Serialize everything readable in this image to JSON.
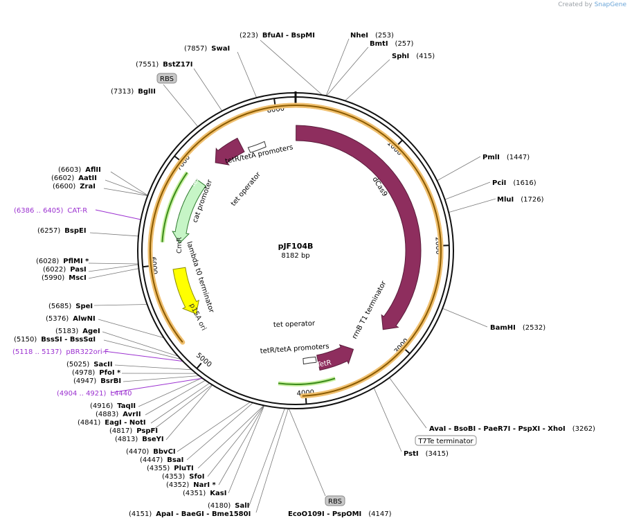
{
  "credit": {
    "prefix": "Created by",
    "brand": "SnapGene"
  },
  "plasmid": {
    "name": "pJF104B",
    "size_label": "8182 bp",
    "total_bp": 8182
  },
  "colors": {
    "backbone": "#111111",
    "feature_purple": "#8e2e5e",
    "origin_yellow": "#ffff00",
    "cmr_green": "#c6f5c6",
    "promoter_white": "#ffffff",
    "primer_violet": "#9b30d0",
    "orf_orange": "#f0c070",
    "orf_dark": "#8a5a00",
    "rbs_box": "#c8c8c8"
  },
  "ticks": [
    {
      "bp": 1000,
      "label": "1000"
    },
    {
      "bp": 2000,
      "label": "2000"
    },
    {
      "bp": 3000,
      "label": "3000"
    },
    {
      "bp": 4000,
      "label": "4000"
    },
    {
      "bp": 5000,
      "label": "5000"
    },
    {
      "bp": 6000,
      "label": "6000"
    },
    {
      "bp": 7000,
      "label": "7000"
    },
    {
      "bp": 8000,
      "label": "8000"
    }
  ],
  "features": [
    {
      "name": "dCas9",
      "start": 5,
      "end": 3000,
      "direction": 1,
      "kind": "cds"
    },
    {
      "name": "TetR",
      "start": 7560,
      "end": 7220,
      "direction": -1,
      "kind": "cds"
    },
    {
      "name": "CmR",
      "start": 6950,
      "end": 6220,
      "direction": -1,
      "kind": "marker"
    },
    {
      "name": "p15A ori",
      "start": 5940,
      "end": 5400,
      "direction": -1,
      "kind": "origin"
    },
    {
      "name": "TetR",
      "start": 3830,
      "end": 3400,
      "direction": -1,
      "kind": "cds"
    },
    {
      "name": "tetR/tetA promoters",
      "start": 7820,
      "end": 7620,
      "direction": 0,
      "kind": "promoter"
    },
    {
      "name": "tetR/tetA promoters",
      "start": 4000,
      "end": 3850,
      "direction": 0,
      "kind": "promoter"
    }
  ],
  "inner_labels": [
    {
      "text": "tetR/tetA promoters",
      "id": "lbl-promoter-top"
    },
    {
      "text": "tet operator",
      "id": "lbl-operator-top"
    },
    {
      "text": "dCas9",
      "id": "lbl-dcas9"
    },
    {
      "text": "cat promoter",
      "id": "lbl-cat"
    },
    {
      "text": "lambda t0 terminator",
      "id": "lbl-lambda"
    },
    {
      "text": "rrnB T1 terminator",
      "id": "lbl-rrnb"
    },
    {
      "text": "tet operator",
      "id": "lbl-operator-bottom"
    },
    {
      "text": "tetR/tetA promoters",
      "id": "lbl-promoter-bottom"
    },
    {
      "text": "TetR",
      "id": "lbl-tetr-top"
    },
    {
      "text": "CmR",
      "id": "lbl-cmr"
    },
    {
      "text": "p15A ori",
      "id": "lbl-p15a"
    },
    {
      "text": "TetR",
      "id": "lbl-tetr-bottom"
    }
  ],
  "enzyme_labels": [
    {
      "pos": "(223)",
      "name": "BfuAI  -  BspMI"
    },
    {
      "pos": "(253)",
      "name": "NheI"
    },
    {
      "pos": "(257)",
      "name": "BmtI"
    },
    {
      "pos": "(415)",
      "name": "SphI"
    },
    {
      "pos": "(7857)",
      "name": "SwaI"
    },
    {
      "pos": "(7551)",
      "name": "BstZ17I"
    },
    {
      "pos": "(7313)",
      "name": "BglII"
    },
    {
      "pos": "(1447)",
      "name": "PmlI"
    },
    {
      "pos": "(1616)",
      "name": "PciI"
    },
    {
      "pos": "(1726)",
      "name": "MluI"
    },
    {
      "pos": "(6603)",
      "name": "AflII"
    },
    {
      "pos": "(6602)",
      "name": "AatII"
    },
    {
      "pos": "(6600)",
      "name": "ZraI"
    },
    {
      "pos": "(6257)",
      "name": "BspEI"
    },
    {
      "pos": "(6028)",
      "name": "PflMI *"
    },
    {
      "pos": "(6022)",
      "name": "PasI"
    },
    {
      "pos": "(5990)",
      "name": "MscI"
    },
    {
      "pos": "(5685)",
      "name": "SpeI"
    },
    {
      "pos": "(5376)",
      "name": "AlwNI"
    },
    {
      "pos": "(5183)",
      "name": "AgeI"
    },
    {
      "pos": "(5150)",
      "name": "BssSI  -  BssSαI"
    },
    {
      "pos": "(5025)",
      "name": "SacII"
    },
    {
      "pos": "(4978)",
      "name": "PfoI *"
    },
    {
      "pos": "(4947)",
      "name": "BsrBI"
    },
    {
      "pos": "(4916)",
      "name": "TaqII"
    },
    {
      "pos": "(4883)",
      "name": "AvrII"
    },
    {
      "pos": "(4841)",
      "name": "EagI  -  NotI"
    },
    {
      "pos": "(4817)",
      "name": "PspFI"
    },
    {
      "pos": "(4813)",
      "name": "BseYI"
    },
    {
      "pos": "(4470)",
      "name": "BbvCI"
    },
    {
      "pos": "(4447)",
      "name": "BsaI"
    },
    {
      "pos": "(4355)",
      "name": "PluTI"
    },
    {
      "pos": "(4353)",
      "name": "SfoI"
    },
    {
      "pos": "(4352)",
      "name": "NarI *"
    },
    {
      "pos": "(4351)",
      "name": "KasI"
    },
    {
      "pos": "(4180)",
      "name": "SalI"
    },
    {
      "pos": "(4151)",
      "name": "ApaI  -  BaeGI  -  Bme1580I"
    },
    {
      "pos": "(4147)",
      "name": "EcoO109I  -  PspOMI"
    },
    {
      "pos": "(2532)",
      "name": "BamHI"
    },
    {
      "pos": "(3262)",
      "name": "AvaI  -  BsoBI  -  PaeR7I  -  PspXI  -  XhoI"
    },
    {
      "pos": "(3415)",
      "name": "PstI"
    }
  ],
  "primer_labels": [
    {
      "pos": "(6386 .. 6405)",
      "name": "CAT-R"
    },
    {
      "pos": "(5118 .. 5137)",
      "name": "pBR322ori-F"
    },
    {
      "pos": "(4904 .. 4921)",
      "name": "L4440"
    }
  ],
  "boxed_labels": [
    {
      "text": "RBS",
      "id": "rbs-top"
    },
    {
      "text": "T7Te terminator",
      "id": "t7te"
    },
    {
      "text": "RBS",
      "id": "rbs-bottom"
    }
  ]
}
